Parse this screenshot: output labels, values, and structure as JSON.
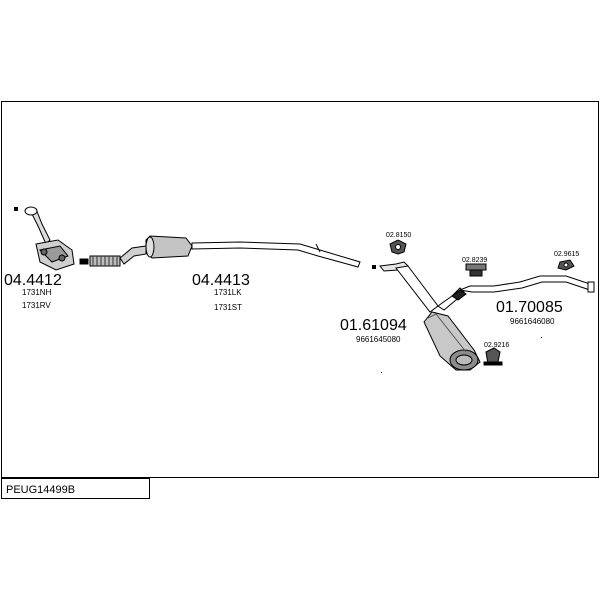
{
  "title": "PEUG14499B",
  "parts": [
    {
      "number": "04.4412",
      "refs": [
        "1731NH",
        "1731RV"
      ]
    },
    {
      "number": "04.4413",
      "refs": [
        "1731LK",
        "1731ST"
      ]
    },
    {
      "number": "01.61094",
      "refs": [
        "9661645080"
      ]
    },
    {
      "number": "01.70085",
      "refs": [
        "9661646080"
      ]
    }
  ],
  "accessories": [
    "02.8150",
    "02.8239",
    "02.9615",
    "02.9216"
  ]
}
